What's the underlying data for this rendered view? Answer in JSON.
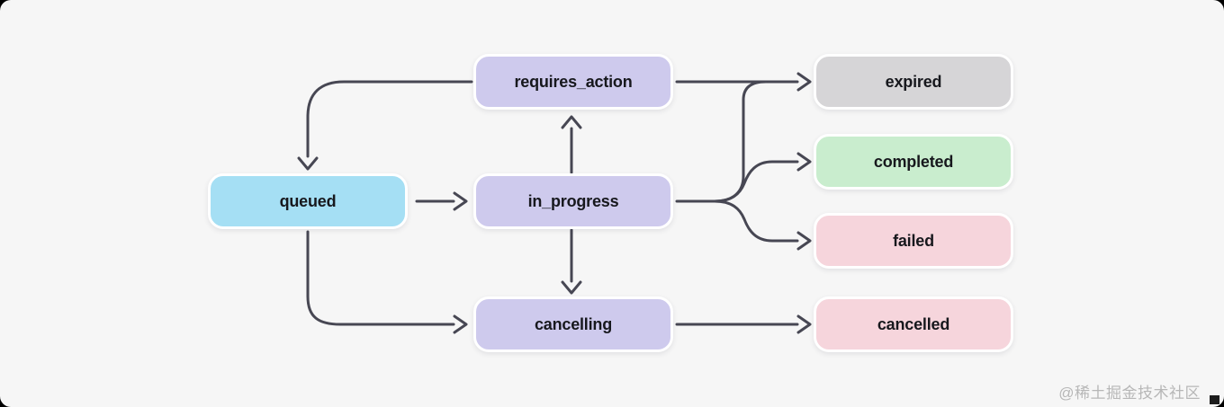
{
  "diagram": {
    "kind": "state-diagram",
    "nodes": [
      {
        "id": "queued",
        "label": "queued",
        "color": "#a5dff4"
      },
      {
        "id": "requires_action",
        "label": "requires_action",
        "color": "#cecaed"
      },
      {
        "id": "in_progress",
        "label": "in_progress",
        "color": "#cecaed"
      },
      {
        "id": "cancelling",
        "label": "cancelling",
        "color": "#cecaed"
      },
      {
        "id": "expired",
        "label": "expired",
        "color": "#d6d5d7"
      },
      {
        "id": "completed",
        "label": "completed",
        "color": "#c9edce"
      },
      {
        "id": "failed",
        "label": "failed",
        "color": "#f6d5dc"
      },
      {
        "id": "cancelled",
        "label": "cancelled",
        "color": "#f6d5dc"
      }
    ],
    "edges": [
      {
        "from": "requires_action",
        "to": "queued"
      },
      {
        "from": "queued",
        "to": "in_progress"
      },
      {
        "from": "in_progress",
        "to": "requires_action"
      },
      {
        "from": "in_progress",
        "to": "cancelling"
      },
      {
        "from": "queued",
        "to": "cancelling"
      },
      {
        "from": "requires_action",
        "to": "expired"
      },
      {
        "from": "in_progress",
        "to": "expired"
      },
      {
        "from": "in_progress",
        "to": "completed"
      },
      {
        "from": "in_progress",
        "to": "failed"
      },
      {
        "from": "cancelling",
        "to": "cancelled"
      }
    ],
    "colors": {
      "arrow": "#474753",
      "surface": "#f6f6f6",
      "node_text": "#17181d",
      "node_border": "#ffffff"
    }
  },
  "watermark": {
    "text": "@稀土掘金技术社区",
    "color": "#b7b7b7"
  }
}
